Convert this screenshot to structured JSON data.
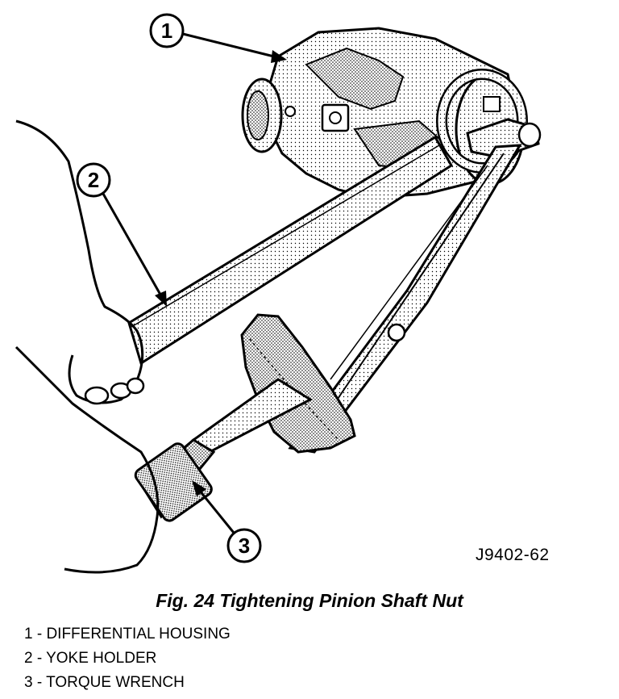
{
  "figure": {
    "id": "J9402-62",
    "caption": "Fig. 24 Tightening Pinion Shaft Nut"
  },
  "callouts": [
    {
      "number": "1",
      "label": "1 - DIFFERENTIAL HOUSING"
    },
    {
      "number": "2",
      "label": "2 - YOKE HOLDER"
    },
    {
      "number": "3",
      "label": "3 - TORQUE WRENCH"
    }
  ]
}
